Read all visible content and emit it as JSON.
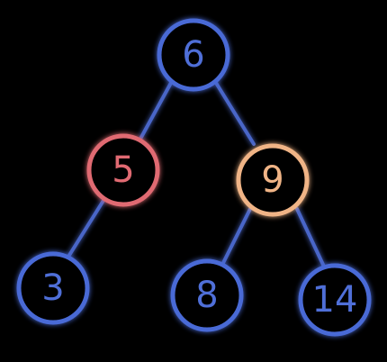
{
  "colors": {
    "background": "#000000",
    "edge": "#4a66c8",
    "default_node": "#4a6ad6",
    "default_label": "#4f6fd8",
    "highlight_red": "#e06a72",
    "highlight_orange": "#f0b486"
  },
  "nodes": [
    {
      "id": "n6",
      "label": "6",
      "role": "root",
      "color_key": "default"
    },
    {
      "id": "n5",
      "label": "5",
      "role": "left",
      "color_key": "red"
    },
    {
      "id": "n9",
      "label": "9",
      "role": "right",
      "color_key": "orange"
    },
    {
      "id": "n3",
      "label": "3",
      "role": "left-left",
      "color_key": "default"
    },
    {
      "id": "n8",
      "label": "8",
      "role": "right-left",
      "color_key": "default"
    },
    {
      "id": "n14",
      "label": "14",
      "role": "right-right",
      "color_key": "default"
    }
  ],
  "edges": [
    {
      "from": "n6",
      "to": "n5"
    },
    {
      "from": "n6",
      "to": "n9"
    },
    {
      "from": "n5",
      "to": "n3"
    },
    {
      "from": "n9",
      "to": "n8"
    },
    {
      "from": "n9",
      "to": "n14"
    }
  ]
}
